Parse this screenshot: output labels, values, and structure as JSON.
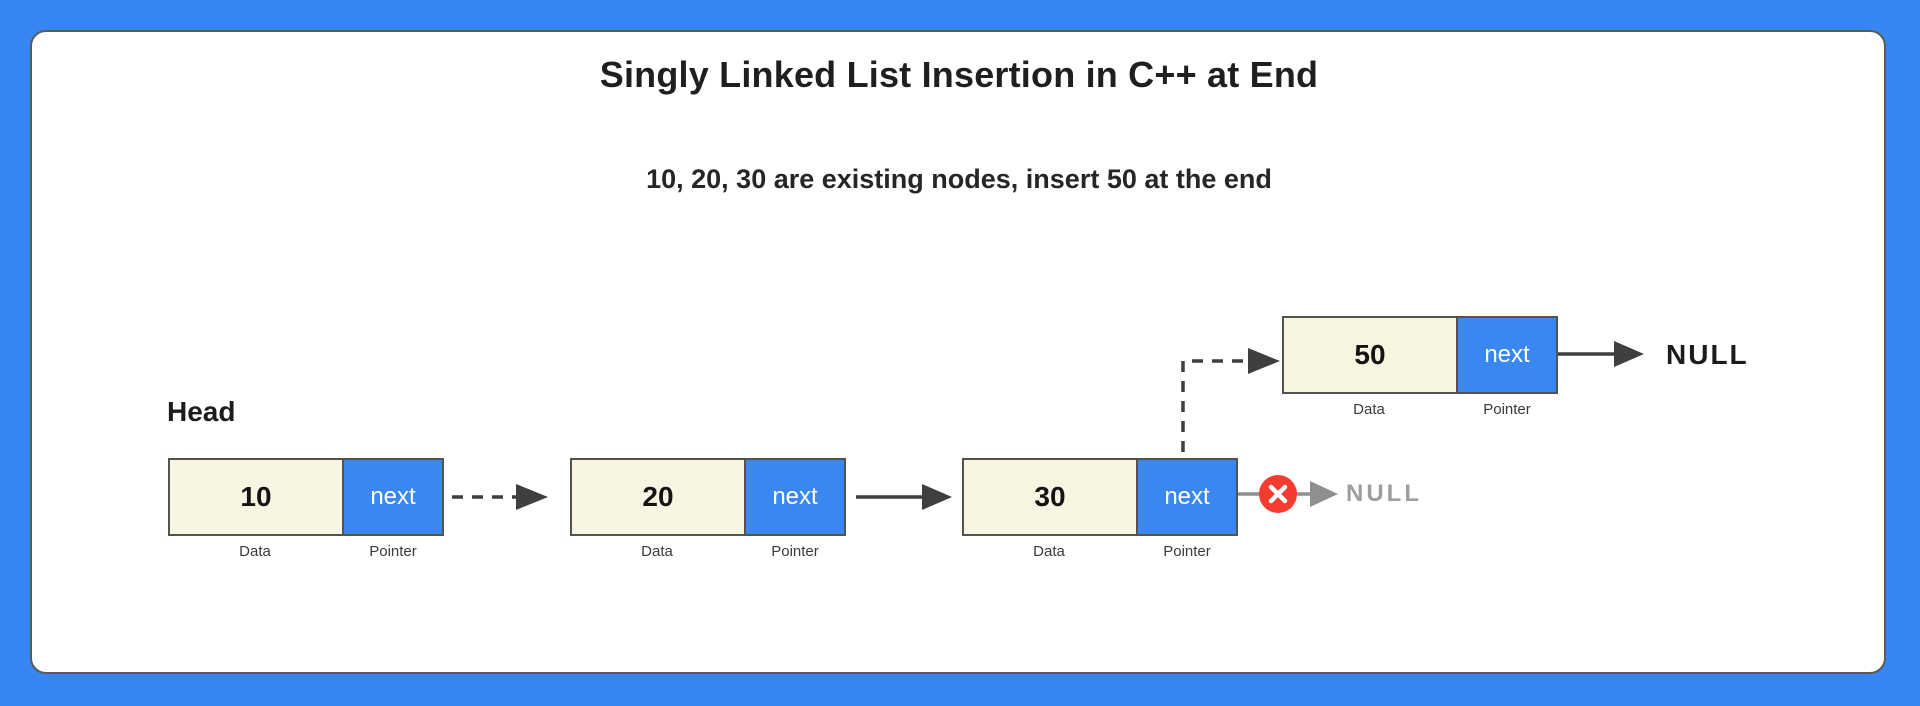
{
  "colors": {
    "frame_blue": "#3786F1",
    "node_data_bg": "#F7F5E2",
    "node_next_bg": "#3B87F0",
    "node_border": "#55534D",
    "arrow_dark": "#3F3F3F",
    "arrow_gray": "#8F8F8F",
    "null_gray": "#9E9E9E",
    "x_badge_red": "#F33B30",
    "title_text": "#1F1F1F"
  },
  "header": {
    "title": "Singly Linked List Insertion in C++ at End",
    "subtitle": "10, 20, 30 are existing nodes, insert 50 at the end"
  },
  "diagram": {
    "head_label": "Head",
    "nodes": [
      {
        "value": "10",
        "next_label": "next",
        "data_label": "Data",
        "pointer_label": "Pointer"
      },
      {
        "value": "20",
        "next_label": "next",
        "data_label": "Data",
        "pointer_label": "Pointer"
      },
      {
        "value": "30",
        "next_label": "next",
        "data_label": "Data",
        "pointer_label": "Pointer"
      },
      {
        "value": "50",
        "next_label": "next",
        "data_label": "Data",
        "pointer_label": "Pointer"
      }
    ],
    "old_null_label": "NULL",
    "new_null_label": "NULL"
  }
}
